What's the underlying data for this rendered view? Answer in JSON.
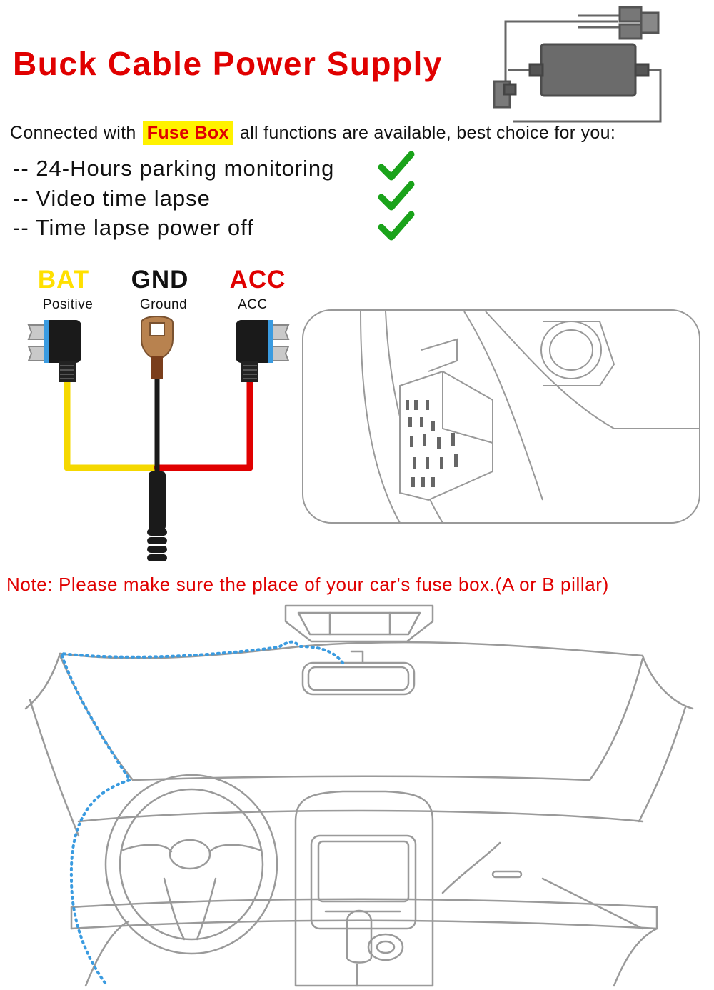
{
  "title": {
    "text": "Buck Cable Power Supply",
    "color": "#e00000"
  },
  "connected": {
    "before": "Connected with",
    "highlight": "Fuse Box",
    "after": "all functions are available, best choice for you:",
    "highlight_bg": "#fff200",
    "highlight_color": "#e00000"
  },
  "features": [
    {
      "text": "-- 24-Hours parking monitoring",
      "icon": "checkmark-icon"
    },
    {
      "text": "-- Video time lapse",
      "icon": "checkmark-icon"
    },
    {
      "text": "-- Time lapse power off",
      "icon": "checkmark-icon"
    }
  ],
  "terminals": [
    {
      "name": "BAT",
      "sub": "Positive",
      "color": "#ffe000",
      "wire": "#f5d800"
    },
    {
      "name": "GND",
      "sub": "Ground",
      "color": "#111111",
      "wire": "#1a1a1a"
    },
    {
      "name": "ACC",
      "sub": "ACC",
      "color": "#e00000",
      "wire": "#e00000"
    }
  ],
  "note": {
    "text": "Note: Please make sure the place of your car's fuse box.(A or B pillar)",
    "color": "#e00000"
  },
  "colors": {
    "check": "#1aa31a",
    "route": "#3a9be0",
    "outline": "#9a9a9a"
  }
}
